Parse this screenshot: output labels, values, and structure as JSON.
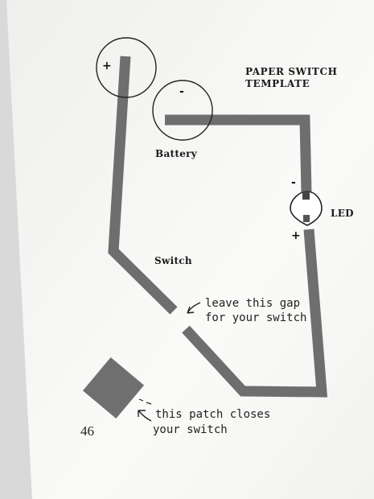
{
  "title": {
    "line1": "PAPER SWITCH",
    "line2": "TEMPLATE"
  },
  "labels": {
    "battery": "Battery",
    "led": "LED",
    "switch": "Switch",
    "plus_battery": "+",
    "minus_battery": "-",
    "led_minus": "-",
    "led_plus": "+"
  },
  "annotations": {
    "gap_line1": "leave this gap",
    "gap_line2": "for your switch",
    "patch_line1": "this patch closes",
    "patch_line2": "your switch"
  },
  "page_number": "46",
  "colors": {
    "paper": "#f7f7f5",
    "trace": "#6e6e6e",
    "ink": "#1a1a1a"
  }
}
